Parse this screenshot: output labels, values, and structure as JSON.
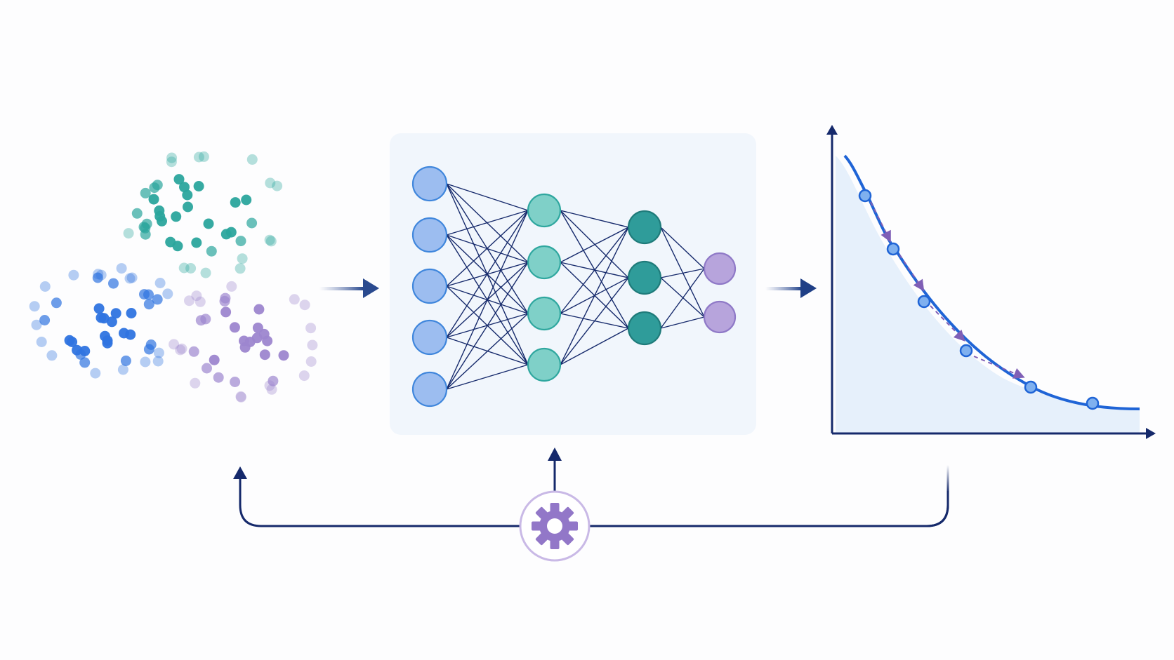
{
  "diagram": {
    "stages": [
      {
        "id": "data",
        "icon": "point-cloud-icon"
      },
      {
        "id": "model",
        "icon": "neural-network-icon"
      },
      {
        "id": "loss",
        "icon": "loss-curve-icon"
      }
    ],
    "network": {
      "layers": [
        5,
        4,
        3,
        2
      ],
      "layer_colors": [
        "#9cbdf0",
        "#7fd0c8",
        "#2f9c9a",
        "#b7a4dc"
      ],
      "layer_strokes": [
        "#3f86dc",
        "#2fa79f",
        "#1f7b7a",
        "#8f79c7"
      ]
    },
    "feedback": {
      "icon": "gear-icon"
    },
    "colors": {
      "ink": "#15296b",
      "blue": "#2f74e0",
      "teal": "#2ba59d",
      "purple": "#9d86cf",
      "panel": "#f1f6fc",
      "curve_fill": "#e6f0fb"
    }
  }
}
